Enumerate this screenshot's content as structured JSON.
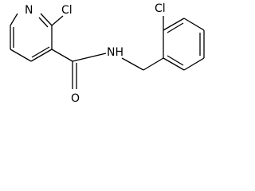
{
  "molecule": {
    "atoms": {
      "pyridine_n": "N",
      "pyridine_cl": "Cl",
      "amide_nh": "NH",
      "carbonyl_o": "O",
      "benzyl_cl": "Cl"
    },
    "colors": {
      "bond": "#000000",
      "label": "#000000",
      "background": "#ffffff"
    }
  }
}
